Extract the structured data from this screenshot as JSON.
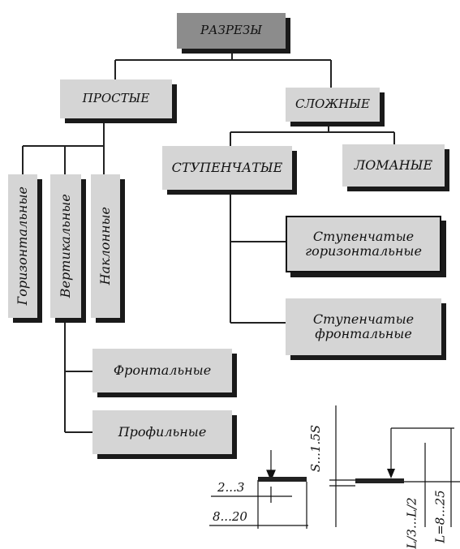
{
  "root": {
    "label": "РАЗРЕЗЫ"
  },
  "simple": {
    "label": "ПРОСТЫЕ",
    "children": [
      "Горизонтальные",
      "Вертикальные",
      "Наклонные"
    ],
    "vertical_children": [
      "Фронтальные",
      "Профильные"
    ]
  },
  "complex": {
    "label": "СЛОЖНЫЕ",
    "stepped": {
      "label": "СТУПЕНЧАТЫЕ",
      "children": [
        "Ступенчатые горизонтальные",
        "Ступенчатые фронтальные"
      ]
    },
    "broken": {
      "label": "ЛОМАНЫЕ"
    }
  },
  "dimensions": {
    "left_1": "2...3",
    "left_2": "8...20",
    "right_1": "S...1.5S",
    "right_2": "L/3...L/2",
    "right_3": "L=8...25"
  }
}
